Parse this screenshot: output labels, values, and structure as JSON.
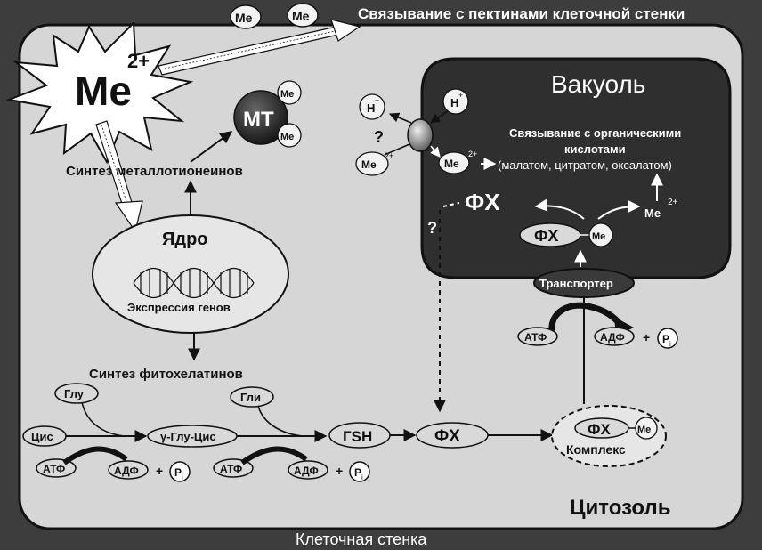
{
  "top_label": "Связывание с пектинами клеточной стенки",
  "bottom_label": "Клеточная стенка",
  "cytosol_label": "Цитозоль",
  "metal": {
    "symbol": "Me",
    "charge": "2+"
  },
  "me_badge": "Me",
  "mt": {
    "label": "МТ",
    "synthesis": "Синтез металлотионеинов"
  },
  "nucleus": {
    "label": "Ядро",
    "expression": "Экспрессия генов"
  },
  "pc_synthesis": "Синтез фитохелатинов",
  "pathway": {
    "glu": "Глу",
    "cys": "Цис",
    "gly": "Гли",
    "gamma_glu_cys": "γ-Глу-Цис",
    "gsh": "ГSH",
    "atp": "АТФ",
    "adp": "АДФ",
    "plus": "+",
    "pi": "P",
    "pi_sub": "i"
  },
  "pc": "ФХ",
  "complex": "Комплекс",
  "vacuole": {
    "title": "Вакуоль",
    "binding_line1": "Связывание с органическими",
    "binding_line2": "кислотами",
    "binding_line3": "(малатом, цитратом, оксалатом)",
    "me2": "Me",
    "charge": "2+"
  },
  "transporter": "Транспортер",
  "proton": {
    "symbol": "H",
    "charge": "+"
  },
  "question": "?",
  "colors": {
    "vacuole_fill": "#2f2f2f",
    "cell_fill": "#d6d6d6",
    "wall": "#555555",
    "node_fill": "#d9d9d9"
  }
}
